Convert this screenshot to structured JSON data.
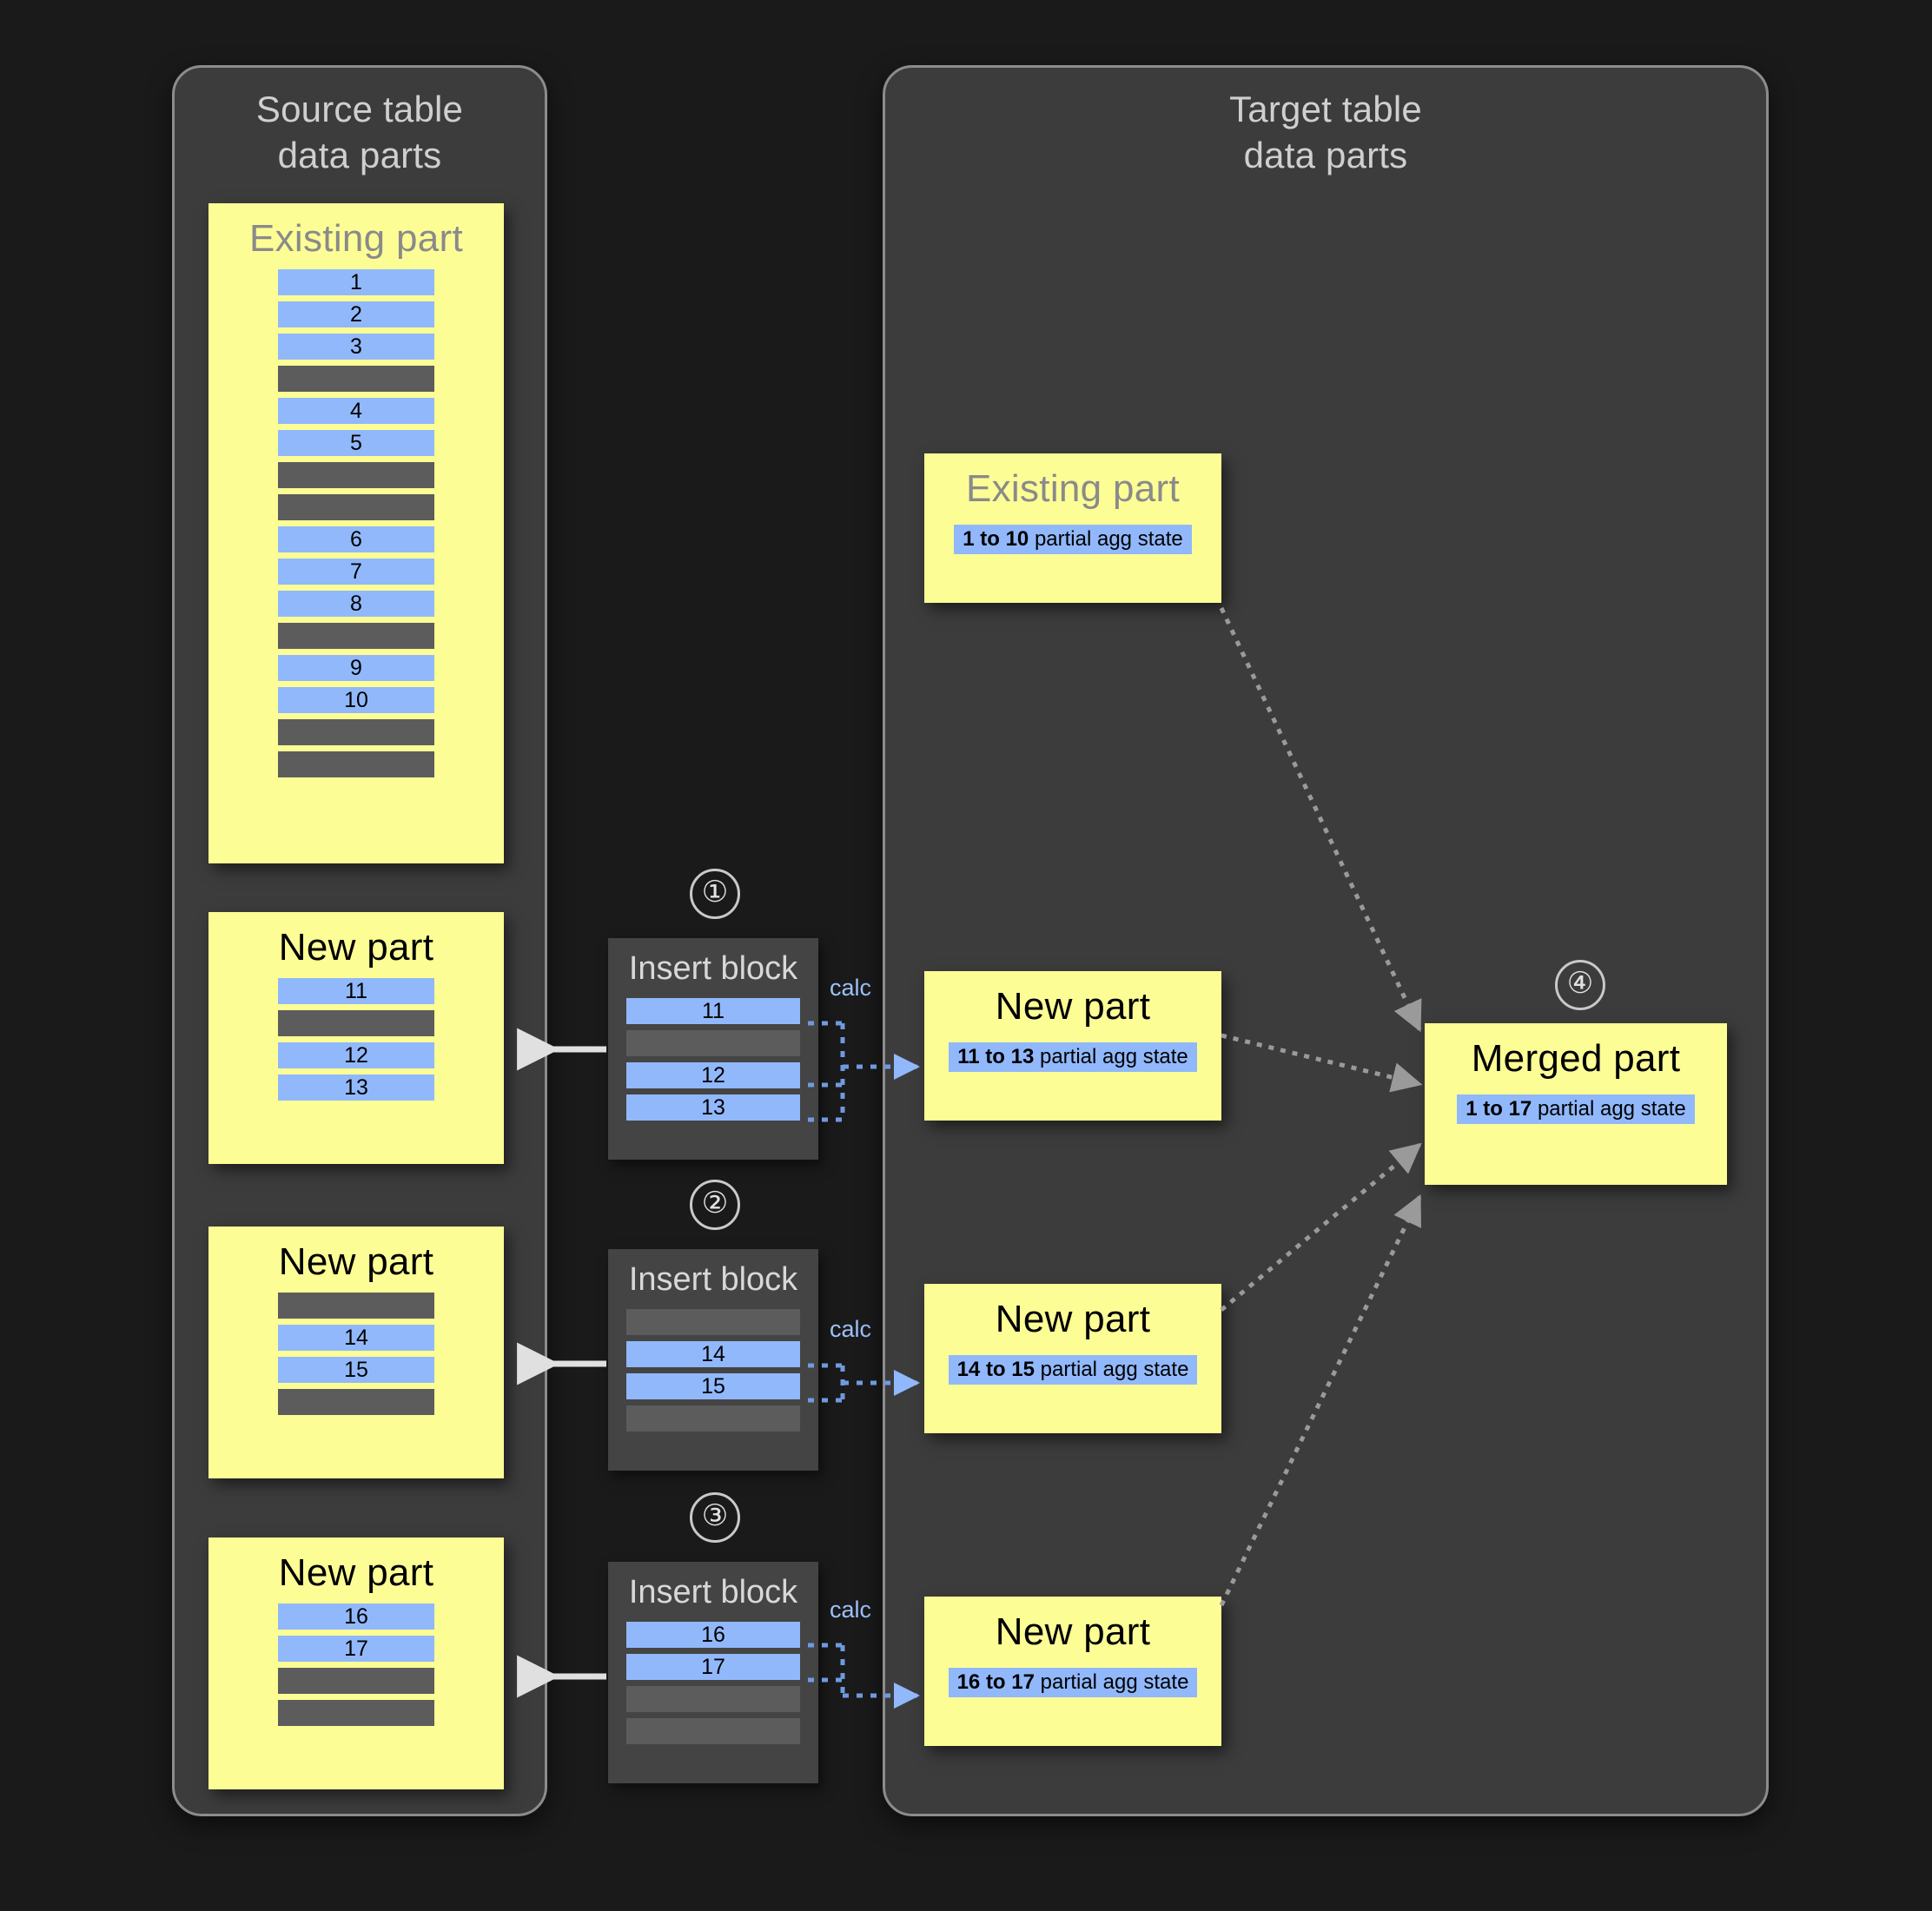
{
  "source_panel": {
    "title": "Source table\ndata parts",
    "parts": [
      {
        "name": "existing-part",
        "title": "Existing part",
        "title_style": "muted",
        "rows": [
          "1",
          "2",
          "3",
          "",
          "4",
          "5",
          "",
          "",
          "6",
          "7",
          "8",
          "",
          "9",
          "10",
          "",
          ""
        ]
      },
      {
        "name": "new-part-1",
        "title": "New part",
        "title_style": "dark",
        "rows": [
          "11",
          "",
          "12",
          "13"
        ]
      },
      {
        "name": "new-part-2",
        "title": "New part",
        "title_style": "dark",
        "rows": [
          "",
          "14",
          "15",
          ""
        ]
      },
      {
        "name": "new-part-3",
        "title": "New part",
        "title_style": "dark",
        "rows": [
          "16",
          "17",
          "",
          ""
        ]
      }
    ]
  },
  "insert_blocks": [
    {
      "step": "①",
      "title": "Insert block",
      "calc_label": "calc",
      "rows": [
        "11",
        "",
        "12",
        "13"
      ]
    },
    {
      "step": "②",
      "title": "Insert block",
      "calc_label": "calc",
      "rows": [
        "",
        "14",
        "15",
        ""
      ]
    },
    {
      "step": "③",
      "title": "Insert block",
      "calc_label": "calc",
      "rows": [
        "16",
        "17",
        "",
        ""
      ]
    }
  ],
  "target_panel": {
    "title": "Target table\ndata parts",
    "parts": [
      {
        "name": "target-existing-part",
        "title": "Existing part",
        "title_style": "muted",
        "range": "1 to 10",
        "agg_text": " partial agg state"
      },
      {
        "name": "target-new-part-1",
        "title": "New part",
        "title_style": "dark",
        "range": "11 to 13",
        "agg_text": " partial agg state"
      },
      {
        "name": "target-new-part-2",
        "title": "New part",
        "title_style": "dark",
        "range": "14 to 15",
        "agg_text": " partial agg state"
      },
      {
        "name": "target-new-part-3",
        "title": "New part",
        "title_style": "dark",
        "range": "16 to 17",
        "agg_text": " partial agg state"
      }
    ],
    "merged": {
      "step": "④",
      "title": "Merged part",
      "title_style": "dark",
      "range": "1 to 17",
      "agg_text": " partial agg state"
    }
  },
  "colors": {
    "background": "#1a1a1a",
    "panel": "#3c3c3c",
    "panel_border": "#8c8c8c",
    "part_yellow": "#fdfd96",
    "row_blue": "#91b8fb",
    "row_gray": "#5c5c5c",
    "insert_block": "#444444",
    "calc_blue": "#9ec1fb",
    "arrow_white": "#e0e0e0",
    "arrow_gray": "#9a9a9a"
  }
}
